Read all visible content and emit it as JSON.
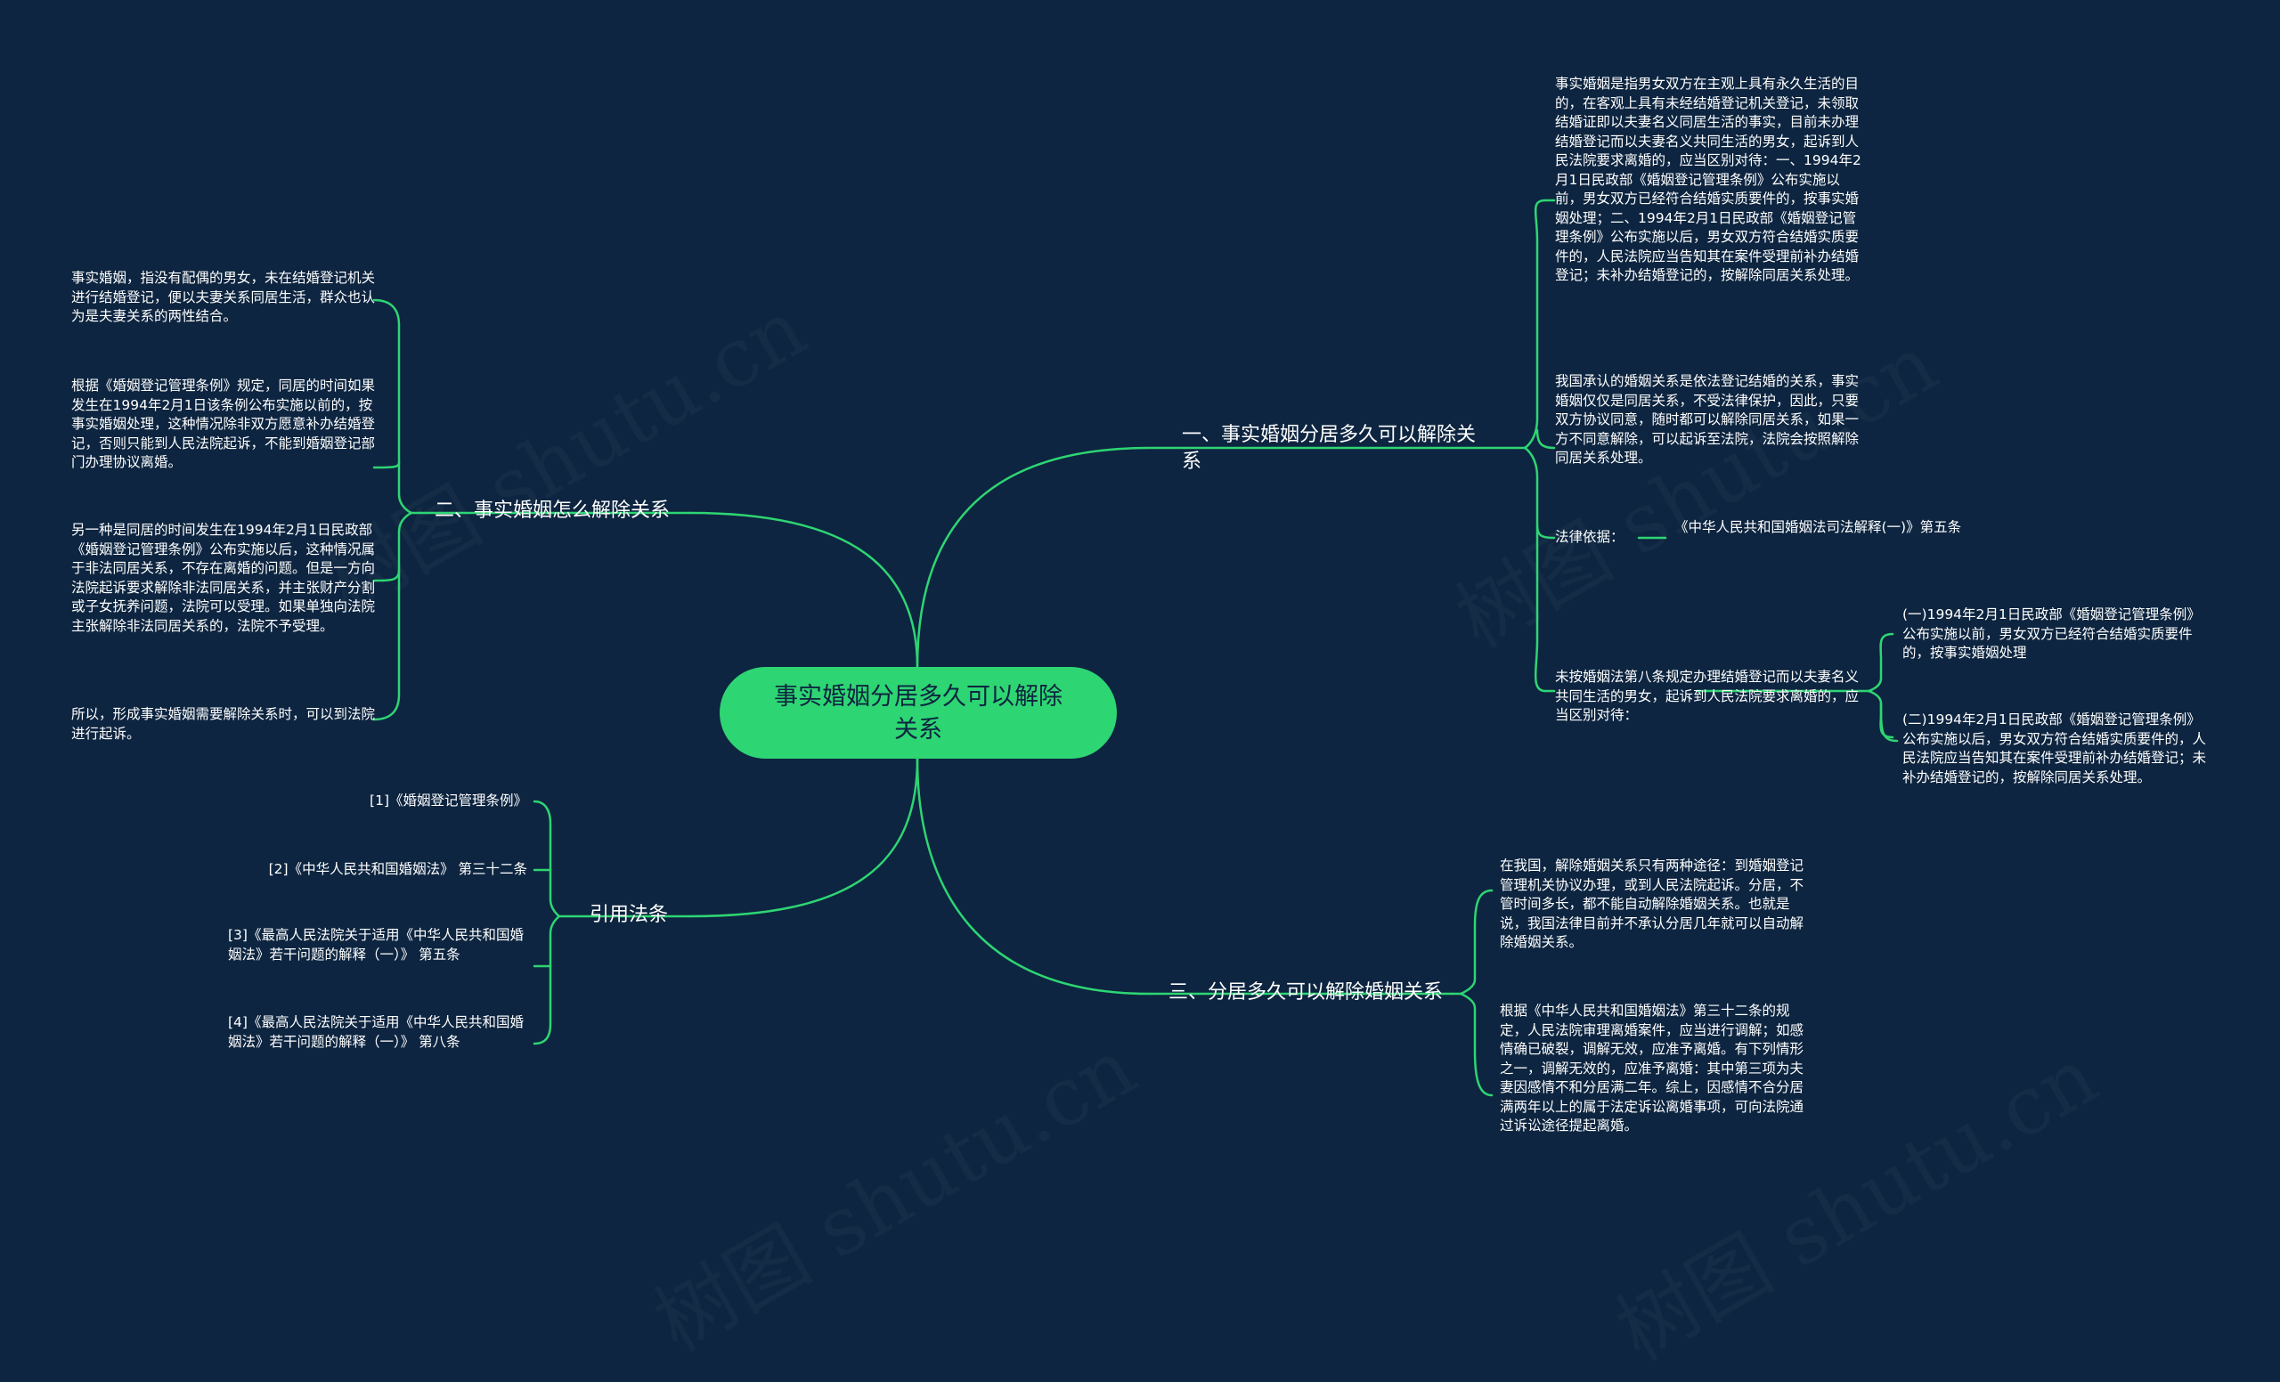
{
  "root": {
    "title": "事实婚姻分居多久可以解除关系"
  },
  "branches": {
    "b1": {
      "label": "一、事实婚姻分居多久可以解除关系"
    },
    "b2": {
      "label": "二、事实婚姻怎么解除关系"
    },
    "b3": {
      "label": "三、分居多久可以解除婚姻关系"
    },
    "b4": {
      "label": "引用法条"
    }
  },
  "b1_children": {
    "c1": "事实婚姻是指男女双方在主观上具有永久生活的目的，在客观上具有未经结婚登记机关登记，未领取结婚证即以夫妻名义同居生活的事实，目前未办理结婚登记而以夫妻名义共同生活的男女，起诉到人民法院要求离婚的，应当区别对待：一、1994年2月1日民政部《婚姻登记管理条例》公布实施以前，男女双方已经符合结婚实质要件的，按事实婚姻处理；二、1994年2月1日民政部《婚姻登记管理条例》公布实施以后，男女双方符合结婚实质要件的，人民法院应当告知其在案件受理前补办结婚登记；未补办结婚登记的，按解除同居关系处理。",
    "c2": "我国承认的婚姻关系是依法登记结婚的关系，事实婚姻仅仅是同居关系，不受法律保护，因此，只要双方协议同意，随时都可以解除同居关系，如果一方不同意解除，可以起诉至法院，法院会按照解除同居关系处理。",
    "c3": "法律依据：",
    "c3_sub": "《中华人民共和国婚姻法司法解释(一)》第五条",
    "c4": "未按婚姻法第八条规定办理结婚登记而以夫妻名义共同生活的男女，起诉到人民法院要求离婚的，应当区别对待：",
    "c4_sub1": "(一)1994年2月1日民政部《婚姻登记管理条例》公布实施以前，男女双方已经符合结婚实质要件的，按事实婚姻处理",
    "c4_sub2": "(二)1994年2月1日民政部《婚姻登记管理条例》公布实施以后，男女双方符合结婚实质要件的，人民法院应当告知其在案件受理前补办结婚登记；未补办结婚登记的，按解除同居关系处理。"
  },
  "b2_children": {
    "c1": "事实婚姻，指没有配偶的男女，未在结婚登记机关进行结婚登记，便以夫妻关系同居生活，群众也认为是夫妻关系的两性结合。",
    "c2": "根据《婚姻登记管理条例》规定，同居的时间如果发生在1994年2月1日该条例公布实施以前的，按事实婚姻处理，这种情况除非双方愿意补办结婚登记，否则只能到人民法院起诉，不能到婚姻登记部门办理协议离婚。",
    "c3": "另一种是同居的时间发生在1994年2月1日民政部《婚姻登记管理条例》公布实施以后，这种情况属于非法同居关系，不存在离婚的问题。但是一方向法院起诉要求解除非法同居关系，并主张财产分割或子女抚养问题，法院可以受理。如果单独向法院主张解除非法同居关系的，法院不予受理。",
    "c4": "所以，形成事实婚姻需要解除关系时，可以到法院进行起诉。"
  },
  "b3_children": {
    "c1": "在我国，解除婚姻关系只有两种途径：到婚姻登记管理机关协议办理，或到人民法院起诉。分居，不管时间多长，都不能自动解除婚姻关系。也就是说，我国法律目前并不承认分居几年就可以自动解除婚姻关系。",
    "c2": "根据《中华人民共和国婚姻法》第三十二条的规定，人民法院审理离婚案件，应当进行调解；如感情确已破裂，调解无效，应准予离婚。有下列情形之一，调解无效的，应准予离婚：其中第三项为夫妻因感情不和分居满二年。综上，因感情不合分居满两年以上的属于法定诉讼离婚事项，可向法院通过诉讼途径提起离婚。"
  },
  "b4_children": {
    "c1": "[1]《婚姻登记管理条例》",
    "c2": "[2]《中华人民共和国婚姻法》 第三十二条",
    "c3": "[3]《最高人民法院关于适用《中华人民共和国婚姻法》若干问题的解释（一）》 第五条",
    "c4": "[4]《最高人民法院关于适用《中华人民共和国婚姻法》若干问题的解释（一）》 第八条"
  },
  "watermark": "树图 shutu.cn",
  "colors": {
    "background": "#0d2540",
    "accent": "#2ed573",
    "text": "#ffffff"
  }
}
